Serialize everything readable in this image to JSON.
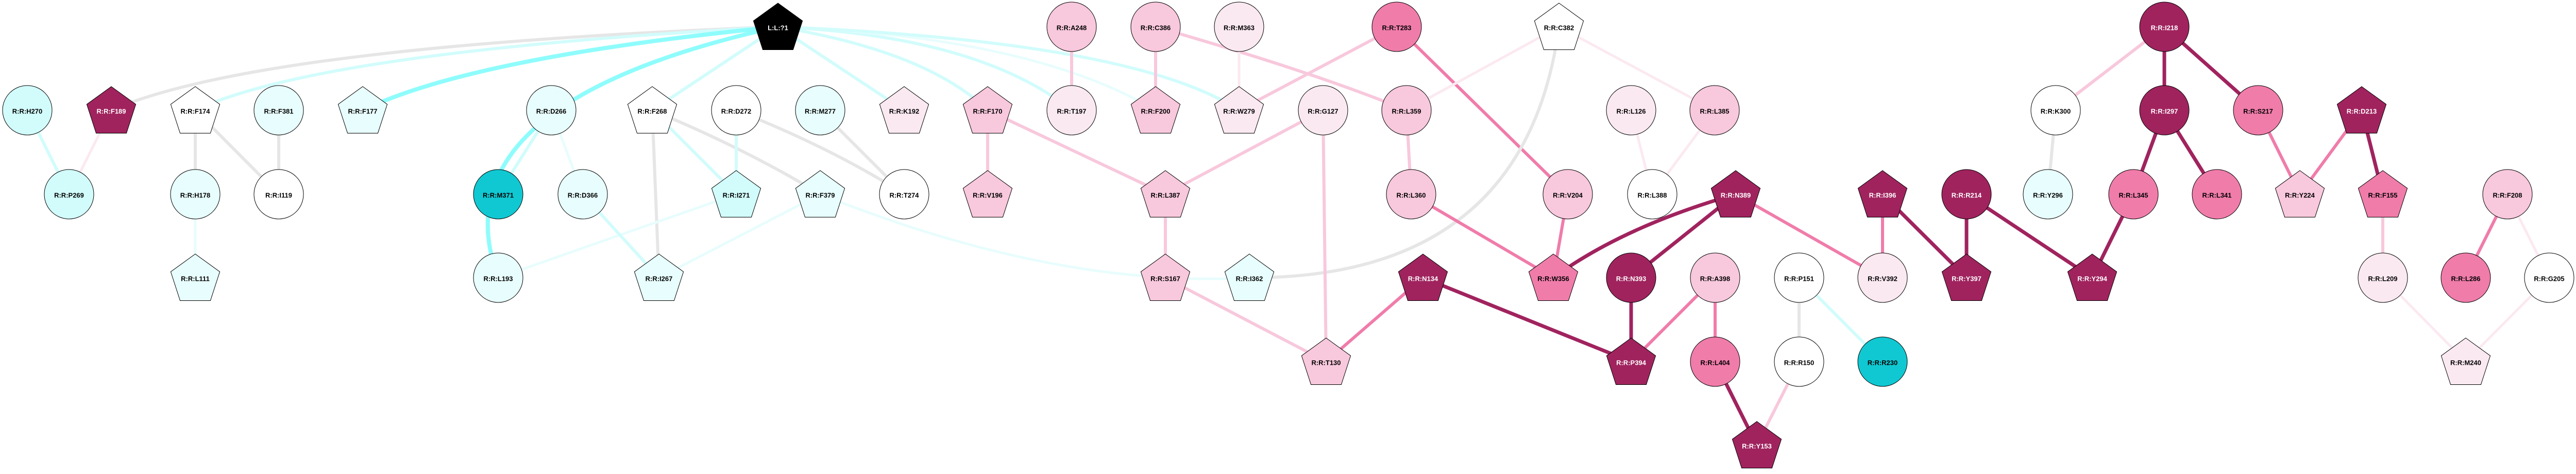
{
  "colors": {
    "dark": "#a0235e",
    "mid": "#f07caa",
    "light": "#f8c8dc",
    "pale": "#fbe9f1",
    "white": "#ffffff",
    "paleCyan": "#e8fdfd",
    "cyan": "#d2fcfc",
    "brightCyan": "#8ffcfc",
    "teal": "#10c8d2",
    "gray": "#e6e6e6",
    "black": "#000000"
  },
  "nodes": [
    {
      "id": "L1",
      "label": "L:L:?1",
      "shape": "pentagon",
      "fill": "black"
    },
    {
      "id": "H270",
      "label": "R:R:H270",
      "shape": "circle",
      "fill": "cyan"
    },
    {
      "id": "F189",
      "label": "R:R:F189",
      "shape": "pentagon",
      "fill": "dark"
    },
    {
      "id": "F174",
      "label": "R:R:F174",
      "shape": "pentagon",
      "fill": "white"
    },
    {
      "id": "F381",
      "label": "R:R:F381",
      "shape": "circle",
      "fill": "paleCyan"
    },
    {
      "id": "F177",
      "label": "R:R:F177",
      "shape": "pentagon",
      "fill": "paleCyan"
    },
    {
      "id": "P269",
      "label": "R:R:P269",
      "shape": "circle",
      "fill": "cyan"
    },
    {
      "id": "H178",
      "label": "R:R:H178",
      "shape": "circle",
      "fill": "paleCyan"
    },
    {
      "id": "I119",
      "label": "R:R:I119",
      "shape": "circle",
      "fill": "white"
    },
    {
      "id": "L111",
      "label": "R:R:L111",
      "shape": "pentagon",
      "fill": "paleCyan"
    },
    {
      "id": "M371",
      "label": "R:R:M371",
      "shape": "circle",
      "fill": "teal"
    },
    {
      "id": "L193",
      "label": "R:R:L193",
      "shape": "circle",
      "fill": "paleCyan"
    },
    {
      "id": "D266",
      "label": "R:R:D266",
      "shape": "circle",
      "fill": "paleCyan"
    },
    {
      "id": "F268",
      "label": "R:R:F268",
      "shape": "pentagon",
      "fill": "white"
    },
    {
      "id": "D272",
      "label": "R:R:D272",
      "shape": "circle",
      "fill": "white"
    },
    {
      "id": "M277",
      "label": "R:R:M277",
      "shape": "circle",
      "fill": "paleCyan"
    },
    {
      "id": "K192",
      "label": "R:R:K192",
      "shape": "pentagon",
      "fill": "pale"
    },
    {
      "id": "F170",
      "label": "R:R:F170",
      "shape": "pentagon",
      "fill": "light"
    },
    {
      "id": "D366",
      "label": "R:R:D366",
      "shape": "circle",
      "fill": "paleCyan"
    },
    {
      "id": "I271",
      "label": "R:R:I271",
      "shape": "pentagon",
      "fill": "cyan"
    },
    {
      "id": "F379",
      "label": "R:R:F379",
      "shape": "pentagon",
      "fill": "paleCyan"
    },
    {
      "id": "T274",
      "label": "R:R:T274",
      "shape": "circle",
      "fill": "white"
    },
    {
      "id": "V196",
      "label": "R:R:V196",
      "shape": "pentagon",
      "fill": "light"
    },
    {
      "id": "I267",
      "label": "R:R:I267",
      "shape": "pentagon",
      "fill": "paleCyan"
    },
    {
      "id": "A248",
      "label": "R:R:A248",
      "shape": "circle",
      "fill": "light"
    },
    {
      "id": "C386",
      "label": "R:R:C386",
      "shape": "circle",
      "fill": "light"
    },
    {
      "id": "M363",
      "label": "R:R:M363",
      "shape": "circle",
      "fill": "pale"
    },
    {
      "id": "T283",
      "label": "R:R:T283",
      "shape": "circle",
      "fill": "mid"
    },
    {
      "id": "C382",
      "label": "R:R:C382",
      "shape": "pentagon",
      "fill": "white"
    },
    {
      "id": "T197",
      "label": "R:R:T197",
      "shape": "circle",
      "fill": "pale"
    },
    {
      "id": "F200",
      "label": "R:R:F200",
      "shape": "pentagon",
      "fill": "light"
    },
    {
      "id": "W279",
      "label": "R:R:W279",
      "shape": "pentagon",
      "fill": "pale"
    },
    {
      "id": "G127",
      "label": "R:R:G127",
      "shape": "circle",
      "fill": "pale"
    },
    {
      "id": "L359",
      "label": "R:R:L359",
      "shape": "circle",
      "fill": "light"
    },
    {
      "id": "L387",
      "label": "R:R:L387",
      "shape": "pentagon",
      "fill": "light"
    },
    {
      "id": "L360",
      "label": "R:R:L360",
      "shape": "circle",
      "fill": "light"
    },
    {
      "id": "S167",
      "label": "R:R:S167",
      "shape": "pentagon",
      "fill": "light"
    },
    {
      "id": "I362",
      "label": "R:R:I362",
      "shape": "pentagon",
      "fill": "paleCyan"
    },
    {
      "id": "N134",
      "label": "R:R:N134",
      "shape": "pentagon",
      "fill": "dark"
    },
    {
      "id": "T130",
      "label": "R:R:T130",
      "shape": "pentagon",
      "fill": "light"
    },
    {
      "id": "W356",
      "label": "R:R:W356",
      "shape": "pentagon",
      "fill": "mid"
    },
    {
      "id": "V204",
      "label": "R:R:V204",
      "shape": "circle",
      "fill": "light"
    },
    {
      "id": "L126",
      "label": "R:R:L126",
      "shape": "circle",
      "fill": "pale"
    },
    {
      "id": "L385",
      "label": "R:R:L385",
      "shape": "circle",
      "fill": "light"
    },
    {
      "id": "L388",
      "label": "R:R:L388",
      "shape": "circle",
      "fill": "white"
    },
    {
      "id": "N389",
      "label": "R:R:N389",
      "shape": "pentagon",
      "fill": "dark"
    },
    {
      "id": "I396",
      "label": "R:R:I396",
      "shape": "pentagon",
      "fill": "dark"
    },
    {
      "id": "R214",
      "label": "R:R:R214",
      "shape": "circle",
      "fill": "dark"
    },
    {
      "id": "K300",
      "label": "R:R:K300",
      "shape": "circle",
      "fill": "white"
    },
    {
      "id": "Y296",
      "label": "R:R:Y296",
      "shape": "circle",
      "fill": "paleCyan"
    },
    {
      "id": "N393",
      "label": "R:R:N393",
      "shape": "circle",
      "fill": "dark"
    },
    {
      "id": "A398",
      "label": "R:R:A398",
      "shape": "circle",
      "fill": "light"
    },
    {
      "id": "P151",
      "label": "R:R:P151",
      "shape": "circle",
      "fill": "white"
    },
    {
      "id": "V392",
      "label": "R:R:V392",
      "shape": "circle",
      "fill": "pale"
    },
    {
      "id": "Y397",
      "label": "R:R:Y397",
      "shape": "pentagon",
      "fill": "dark"
    },
    {
      "id": "P394",
      "label": "R:R:P394",
      "shape": "pentagon",
      "fill": "dark"
    },
    {
      "id": "L404",
      "label": "R:R:L404",
      "shape": "circle",
      "fill": "mid"
    },
    {
      "id": "R150",
      "label": "R:R:R150",
      "shape": "circle",
      "fill": "white"
    },
    {
      "id": "R230",
      "label": "R:R:R230",
      "shape": "circle",
      "fill": "teal"
    },
    {
      "id": "Y153",
      "label": "R:R:Y153",
      "shape": "pentagon",
      "fill": "dark"
    },
    {
      "id": "I218",
      "label": "R:R:I218",
      "shape": "circle",
      "fill": "dark"
    },
    {
      "id": "I297",
      "label": "R:R:I297",
      "shape": "circle",
      "fill": "dark"
    },
    {
      "id": "S217",
      "label": "R:R:S217",
      "shape": "circle",
      "fill": "mid"
    },
    {
      "id": "D213",
      "label": "R:R:D213",
      "shape": "pentagon",
      "fill": "dark"
    },
    {
      "id": "Y294",
      "label": "R:R:Y294",
      "shape": "pentagon",
      "fill": "dark"
    },
    {
      "id": "L345",
      "label": "R:R:L345",
      "shape": "circle",
      "fill": "mid"
    },
    {
      "id": "L341",
      "label": "R:R:L341",
      "shape": "circle",
      "fill": "mid"
    },
    {
      "id": "Y224",
      "label": "R:R:Y224",
      "shape": "pentagon",
      "fill": "light"
    },
    {
      "id": "F155",
      "label": "R:R:F155",
      "shape": "pentagon",
      "fill": "mid"
    },
    {
      "id": "F208",
      "label": "R:R:F208",
      "shape": "circle",
      "fill": "light"
    },
    {
      "id": "L209",
      "label": "R:R:L209",
      "shape": "circle",
      "fill": "pale"
    },
    {
      "id": "L286",
      "label": "R:R:L286",
      "shape": "circle",
      "fill": "mid"
    },
    {
      "id": "G205",
      "label": "R:R:G205",
      "shape": "circle",
      "fill": "white"
    },
    {
      "id": "M240",
      "label": "R:R:M240",
      "shape": "pentagon",
      "fill": "pale"
    }
  ],
  "edges": [
    [
      "L1",
      "F189",
      "gray"
    ],
    [
      "L1",
      "F174",
      "cyan"
    ],
    [
      "L1",
      "F177",
      "brightCyan"
    ],
    [
      "L1",
      "L193",
      "brightCyan"
    ],
    [
      "L1",
      "F268",
      "cyan"
    ],
    [
      "L1",
      "K192",
      "cyan"
    ],
    [
      "L1",
      "F170",
      "cyan"
    ],
    [
      "L1",
      "T197",
      "cyan"
    ],
    [
      "L1",
      "F200",
      "paleCyan"
    ],
    [
      "L1",
      "W279",
      "cyan"
    ],
    [
      "H270",
      "P269",
      "cyan"
    ],
    [
      "F189",
      "P269",
      "pale"
    ],
    [
      "F174",
      "H178",
      "gray"
    ],
    [
      "F174",
      "I119",
      "gray"
    ],
    [
      "F381",
      "I119",
      "gray"
    ],
    [
      "H178",
      "L111",
      "paleCyan"
    ],
    [
      "D266",
      "M371",
      "cyan"
    ],
    [
      "D266",
      "D366",
      "paleCyan"
    ],
    [
      "F268",
      "I267",
      "gray"
    ],
    [
      "F268",
      "I271",
      "cyan"
    ],
    [
      "F268",
      "F379",
      "gray"
    ],
    [
      "D272",
      "I271",
      "cyan"
    ],
    [
      "D272",
      "T274",
      "gray"
    ],
    [
      "M277",
      "T274",
      "gray"
    ],
    [
      "I271",
      "L193",
      "paleCyan"
    ],
    [
      "D366",
      "I267",
      "cyan"
    ],
    [
      "F379",
      "I267",
      "paleCyan"
    ],
    [
      "F379",
      "I362",
      "paleCyan"
    ],
    [
      "F170",
      "V196",
      "light"
    ],
    [
      "F170",
      "L387",
      "light"
    ],
    [
      "A248",
      "T197",
      "light"
    ],
    [
      "C386",
      "F200",
      "light"
    ],
    [
      "C386",
      "L359",
      "light"
    ],
    [
      "M363",
      "W279",
      "pale"
    ],
    [
      "T283",
      "W279",
      "light"
    ],
    [
      "T283",
      "V204",
      "mid"
    ],
    [
      "C382",
      "L359",
      "pale"
    ],
    [
      "C382",
      "I362",
      "gray"
    ],
    [
      "C382",
      "L385",
      "pale"
    ],
    [
      "G127",
      "L387",
      "light"
    ],
    [
      "G127",
      "T130",
      "light"
    ],
    [
      "L359",
      "L360",
      "light"
    ],
    [
      "L360",
      "W356",
      "mid"
    ],
    [
      "L387",
      "S167",
      "light"
    ],
    [
      "S167",
      "T130",
      "light"
    ],
    [
      "N134",
      "T130",
      "mid"
    ],
    [
      "N134",
      "P394",
      "dark"
    ],
    [
      "V204",
      "W356",
      "mid"
    ],
    [
      "N389",
      "W356",
      "dark"
    ],
    [
      "N389",
      "N393",
      "dark"
    ],
    [
      "N389",
      "V392",
      "mid"
    ],
    [
      "L126",
      "L388",
      "pale"
    ],
    [
      "L385",
      "L388",
      "pale"
    ],
    [
      "N393",
      "P394",
      "dark"
    ],
    [
      "A398",
      "P394",
      "mid"
    ],
    [
      "A398",
      "L404",
      "mid"
    ],
    [
      "L404",
      "Y153",
      "dark"
    ],
    [
      "R150",
      "Y153",
      "light"
    ],
    [
      "P151",
      "R150",
      "gray"
    ],
    [
      "P151",
      "R230",
      "cyan"
    ],
    [
      "I396",
      "V392",
      "mid"
    ],
    [
      "I396",
      "Y397",
      "dark"
    ],
    [
      "R214",
      "Y397",
      "dark"
    ],
    [
      "R214",
      "Y294",
      "dark"
    ],
    [
      "K300",
      "Y296",
      "gray"
    ],
    [
      "I218",
      "K300",
      "light"
    ],
    [
      "I218",
      "I297",
      "dark"
    ],
    [
      "I218",
      "S217",
      "dark"
    ],
    [
      "I297",
      "L345",
      "dark"
    ],
    [
      "I297",
      "L341",
      "dark"
    ],
    [
      "L345",
      "Y294",
      "dark"
    ],
    [
      "S217",
      "Y224",
      "mid"
    ],
    [
      "D213",
      "Y224",
      "mid"
    ],
    [
      "D213",
      "F155",
      "dark"
    ],
    [
      "F155",
      "L209",
      "light"
    ],
    [
      "F208",
      "L286",
      "mid"
    ],
    [
      "F208",
      "G205",
      "pale"
    ],
    [
      "L209",
      "M240",
      "pale"
    ],
    [
      "G205",
      "M240",
      "pale"
    ]
  ]
}
